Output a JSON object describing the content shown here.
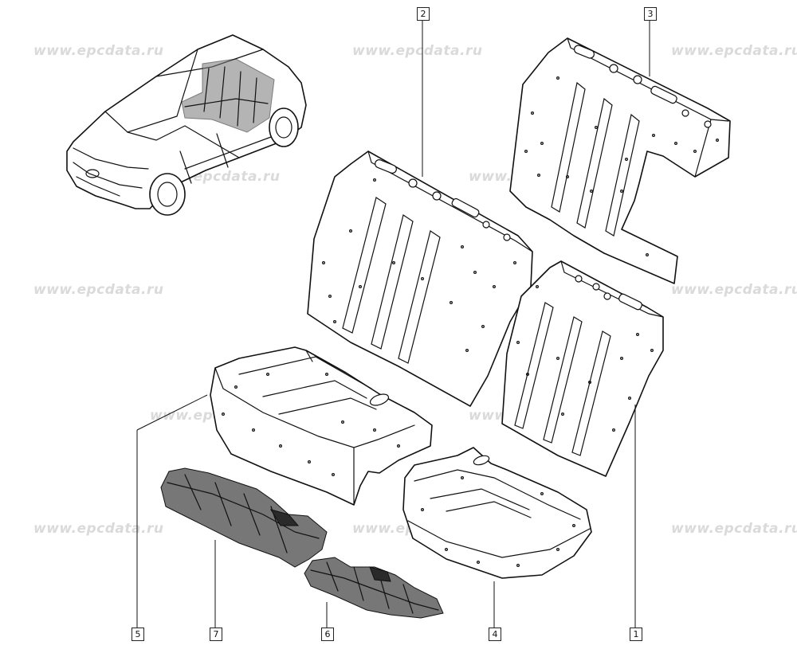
{
  "watermark": "www.epcdata.ru",
  "callouts": [
    {
      "id": "1",
      "label": "1"
    },
    {
      "id": "2",
      "label": "2"
    },
    {
      "id": "3",
      "label": "3"
    },
    {
      "id": "4",
      "label": "4"
    },
    {
      "id": "5",
      "label": "5"
    },
    {
      "id": "6",
      "label": "6"
    },
    {
      "id": "7",
      "label": "7"
    }
  ]
}
